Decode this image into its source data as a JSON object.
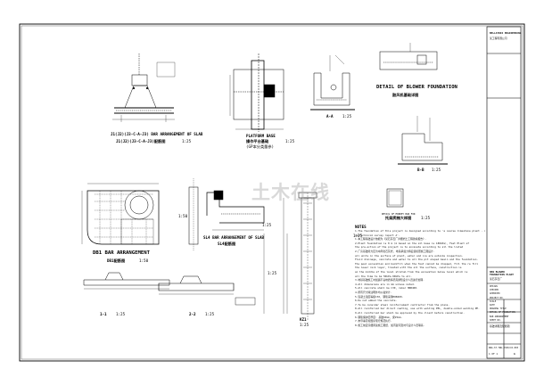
{
  "drawings": {
    "slab_j1": {
      "title_en": "J1(J2)(J3-C-A-J3) BAR ARRANGEMENT OF SLAB",
      "title_cn": "J1(J2)(J3-C-A-J3)配筋图",
      "scale": "1:25"
    },
    "platform_base": {
      "title_en": "PLATFORM BASE",
      "title_cn": "操作平台基础",
      "sub_cn": "(GP本分类量参)",
      "scale": "1:25"
    },
    "section_aa": {
      "label": "A-A",
      "scale": "1:25"
    },
    "blower": {
      "title_en": "DETAIL OF BLOWER FOUNDATION",
      "title_cn": "鼓风机基础详图"
    },
    "section_bb": {
      "label": "B-B",
      "scale": "1:25"
    },
    "db1": {
      "title_en": "DB1 BAR ARRANGEMENT",
      "title_cn": "DB1配筋图",
      "scale": "1:50"
    },
    "sl4": {
      "title_en": "SL4 BAR ARRANGEMENT OF SLAB",
      "title_cn": "SL4配筋图",
      "scale": "1:25"
    },
    "small_block": {
      "label": "DETAIL OF MONKEY BAR FOR",
      "title_cn": "托架爬梯大样图",
      "scale": "1:25"
    },
    "section_11": {
      "label": "1-1",
      "scale": "1:25"
    },
    "section_22": {
      "label": "2-2",
      "scale": "1:25"
    },
    "kz1": {
      "label": "KZ1",
      "sub": "1:25"
    },
    "dim_marks": [
      "1:50",
      "1:25",
      "1:25"
    ]
  },
  "notes": {
    "heading": "NOTES",
    "lines": [
      "1.The foundation of this project is designed according to 'a coarse limestone plant - detailed",
      "geotechnical survey report A'.",
      "1.本工程基础设计依据为《某石灰石厂详细岩土工程勘察报告》.",
      "2.Plant foundation is 8 m (m based on the all base is 180kPa), Fast Plant of",
      "the pre-action of the project is to excavate according to all the listed",
      "2.厂房基础持力层为中风化石灰岩, 地基承载力特征值按照施工图设计.",
      "all units in the surface of plant, water and ice are outside inspection.",
      "Fluid drainage, concrete and water to all the pit sloped basin and the foundation.",
      "The pool excavation and backfill when the foot cannot be dropped, fill the re fill",
      "the lower rock layer, treated with the all the surface, construction is",
      "on the middle of the local stratum from the excavation below level which is",
      "all the time to be 50kPa-90kPa to all.",
      "3.地基基础施工时如遇不良地质情况需通知设计人员进行处理.",
      "4.All dimensions are in mm unless noted.",
      "5.All concrete shall be C30, rebar HRB400.",
      "4.所有尺寸除注明外均以毫米计.",
      "5.混凝土强度等级C30, 钢筋采用HRB400.",
      "6.Do not embed the concrete.",
      "7.To be consider steel reinforcement contractor from the plans.",
      "8.All reinforced bar direct coating, use with welding PEL, double-sided welding PE.",
      "9.All reinforced bar shall be approved by the client before construction.",
      "6.钢筋保护层厚度: 基础40mm, 梁25mm.",
      "7.未尽事宜按国家现行规范执行.",
      "8.施工前应仔细阅读施工图纸, 如有疑问及时与设计人员联系."
    ]
  },
  "title_block": {
    "company": "BELLATRIX ENGINEERING",
    "company_cn": "某工程有限公司",
    "project_en": "NEW BLOWER FOUNDATION PLANT",
    "project_cn": "某石灰石厂",
    "rows": [
      "DESIGN",
      "CHECKED",
      "APPROVED",
      "PROJECT NO.",
      "SCALE",
      "DATE",
      "DRAWING TITLE",
      "DETAIL OF FOUNDATION",
      "BAR ARRANGEMENT",
      "SHEET NO."
    ],
    "drawing_title_cn": "基础详图及配筋图",
    "drawing_no": "DWG-ST-TWU-2360/CO-003",
    "revision": "A",
    "sheet": "1 OF 1"
  },
  "watermark": "土木在线"
}
